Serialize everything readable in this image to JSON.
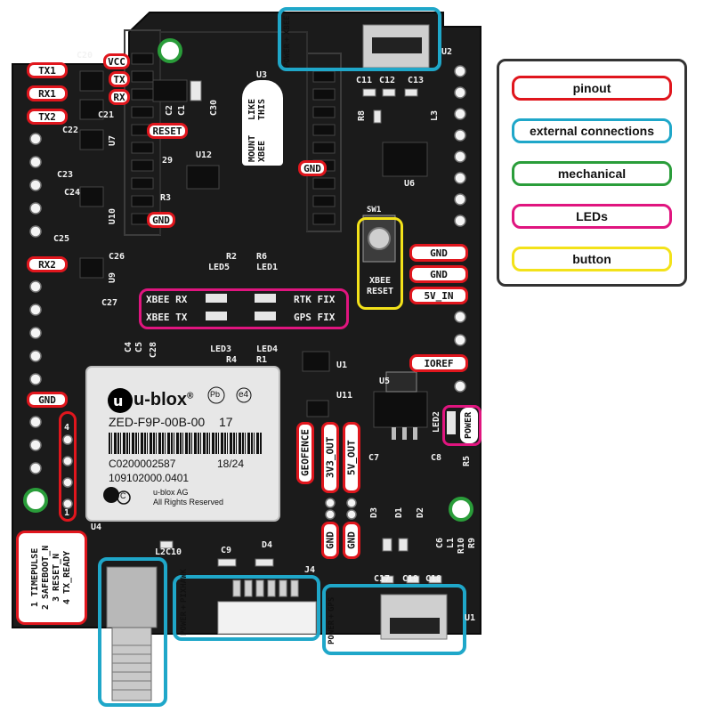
{
  "colors": {
    "pinout": "#e0161d",
    "external": "#1fa7c9",
    "mechanical": "#2a9d3a",
    "leds": "#e0157f",
    "button": "#f3e21a",
    "board": "#1a1a1a"
  },
  "legend": {
    "items": [
      {
        "label": "pinout",
        "color": "#e0161d"
      },
      {
        "label": "external connections",
        "color": "#1fa7c9"
      },
      {
        "label": "mechanical",
        "color": "#2a9d3a"
      },
      {
        "label": "LEDs",
        "color": "#e0157f"
      },
      {
        "label": "button",
        "color": "#f3e21a"
      }
    ]
  },
  "pinout": {
    "tx1": "TX1",
    "rx1": "RX1",
    "tx2": "TX2",
    "rx2": "RX2",
    "vcc": "VCC",
    "tx": "TX",
    "rx": "RX",
    "reset": "RESET",
    "gnd_top": "GND",
    "gnd_mid": "GND",
    "gnd_left": "GND",
    "gnd_r1": "GND",
    "gnd_r2": "GND",
    "v5_in": "5V_IN",
    "ioref": "IOREF",
    "geofence": "GEOFENCE",
    "v3_out": "3V3_OUT",
    "v5_out": "5V_OUT",
    "gnd_b1": "GND",
    "gnd_b2": "GND",
    "timing_pins": [
      "1 TIMEPULSE",
      "2 SAFEBOOT_N",
      "3 RESET_N",
      "4 TX_READY"
    ],
    "header_nums": [
      "4",
      "1"
    ]
  },
  "external": {
    "xbee_power": [
      "POWER",
      "+",
      "XBEE"
    ],
    "pixhawk": [
      "POWER",
      "+",
      "PIXHAWK"
    ],
    "gps_power": [
      "POWER",
      "+",
      "GPS"
    ]
  },
  "leds": {
    "xbee_rx": "XBEE RX",
    "xbee_tx": "XBEE TX",
    "rtk_fix": "RTK FIX",
    "gps_fix": "GPS FIX",
    "power": "POWER"
  },
  "button": {
    "xbee_reset": [
      "XBEE",
      "RESET"
    ],
    "sw_label": "SW1"
  },
  "silkscreen": {
    "mount_xbee": [
      "MOUNT XBEE",
      "LIKE THIS"
    ],
    "u3": "U3",
    "u6": "U6",
    "u1": "U1",
    "u11": "U11",
    "u5": "U5",
    "u4": "U4",
    "u12": "U12",
    "u7": "U7",
    "u10": "U10",
    "u9": "U9",
    "j4": "J4",
    "u2": "U2",
    "u1b": "U1",
    "led5": "LED5",
    "led1": "LED1",
    "led3": "LED3",
    "led4": "LED4",
    "led2": "LED2",
    "r2": "R2",
    "r6": "R6",
    "r4": "R4",
    "r1": "R1",
    "r5": "R5",
    "r3": "R3",
    "r8": "R8",
    "l3": "L3",
    "c20": "C20",
    "c21": "C21",
    "c22": "C22",
    "c23": "C23",
    "c24": "C24",
    "c25": "C25",
    "c26": "C26",
    "c27": "C27",
    "c2": "C2",
    "c1": "C1",
    "c30": "C30",
    "c11": "C11",
    "c12": "C12",
    "c13": "C13",
    "c9": "C9",
    "d4": "D4",
    "c10": "C10",
    "l2": "L2",
    "c7": "C7",
    "c8": "C8",
    "c17": "C17",
    "c19": "C19",
    "c18": "C18",
    "c6": "C6",
    "l1": "L1",
    "r10": "R10",
    "r9": "R9",
    "d3": "D3",
    "d1": "D1",
    "d2": "D2",
    "c4": "C4",
    "c5": "C5",
    "c28": "C28",
    "n29": "29"
  },
  "module": {
    "brand": "u-blox",
    "brand_mark": "®",
    "pb": "Pb",
    "e4": "e4",
    "part": "ZED-F9P-00B-00",
    "rev": "17",
    "serial": "C0200002587",
    "date": "18/24",
    "code": "109102000.0401",
    "copyright_sym": "C",
    "company": "u-blox AG",
    "rights": "All Rights Reserved"
  }
}
